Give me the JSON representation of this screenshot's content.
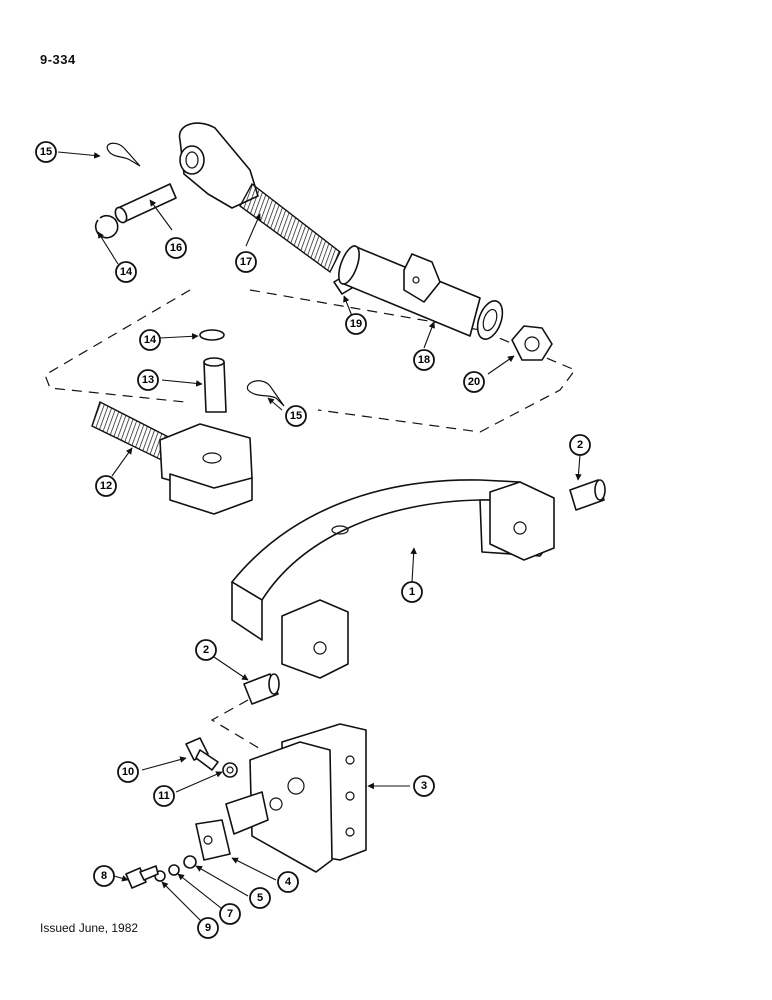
{
  "page_number": "9-334",
  "footer": "Issued June, 1982",
  "callouts": [
    "15",
    "16",
    "17",
    "14",
    "19",
    "18",
    "20",
    "14",
    "13",
    "15",
    "12",
    "2",
    "1",
    "2",
    "10",
    "11",
    "3",
    "4",
    "5",
    "7",
    "9",
    "8"
  ]
}
